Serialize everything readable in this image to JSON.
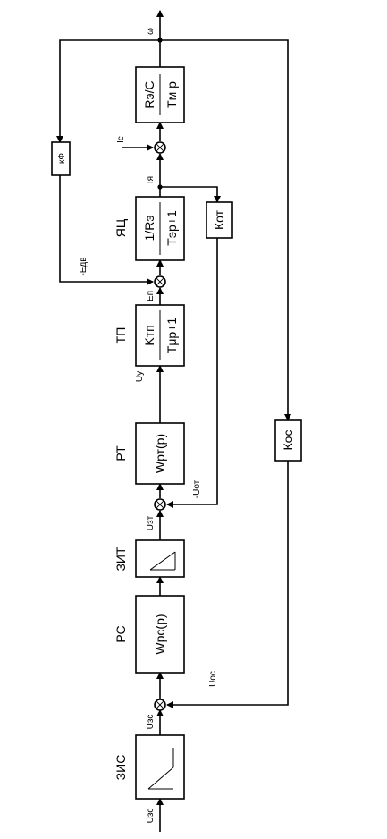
{
  "signals": {
    "omega": "ω",
    "ic": "Ic",
    "ia": "Iя",
    "edv": "-Едв",
    "ep": "Еп",
    "uy": "Uy",
    "uot": "-Uот",
    "uzt": "Uзт",
    "uos": "Uос",
    "uzs_top": "Uзс",
    "uzs_bottom": "Uзс"
  },
  "blocks": {
    "motor_mech": {
      "numerator": "Rэ/C",
      "denominator": "Tм р"
    },
    "armature": {
      "label": "ЯЦ",
      "numerator": "1/Rэ",
      "denominator": "Tэр+1"
    },
    "converter": {
      "label": "ТП",
      "numerator": "Kтп",
      "denominator": "Tμр+1"
    },
    "current_reg": {
      "label": "РТ",
      "tf": "Wрт(р)"
    },
    "current_ramp": {
      "label": "ЗИТ"
    },
    "speed_reg": {
      "label": "РС",
      "tf": "Wрс(р)"
    },
    "speed_ramp": {
      "label": "ЗИС"
    },
    "flux_gain": {
      "label": "кФ"
    },
    "current_fb": {
      "label": "Кот"
    },
    "speed_fb": {
      "label": "Кос"
    }
  }
}
